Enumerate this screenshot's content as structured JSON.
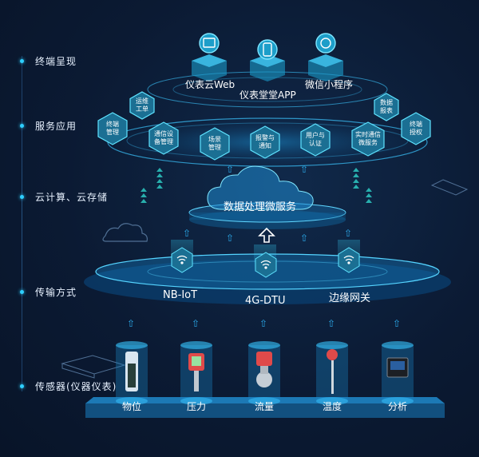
{
  "layers": {
    "presentation": "终端呈现",
    "service": "服务应用",
    "cloud": "云计算、云存储",
    "transport": "传输方式",
    "sensor": "传感器(仪器仪表)"
  },
  "presentation_items": [
    "仪表云Web",
    "仪表堂堂APP",
    "微信小程序"
  ],
  "service_items": {
    "terminal_mgmt": "终端\n管理",
    "ops_ticket": "运维\n工单",
    "comm_device_mgmt": "通信设\n备管理",
    "scene_mgmt": "场景\n管理",
    "alarm_notify": "报警与\n通知",
    "user_auth": "用户与\n认证",
    "realtime_comm": "实时通信\n微服务",
    "data_report": "数据\n报表",
    "terminal_auth": "终端\n授权"
  },
  "cloud_item": "数据处理微服务",
  "transport_items": [
    "NB-IoT",
    "4G-DTU",
    "边缘网关"
  ],
  "sensor_items": [
    "物位",
    "压力",
    "流量",
    "温度",
    "分析"
  ],
  "colors": {
    "accent": "#2ecfff",
    "hex_fill": "#1b6f93",
    "hex_stroke": "#5fe3ff",
    "platform": "#0e3e6e"
  }
}
